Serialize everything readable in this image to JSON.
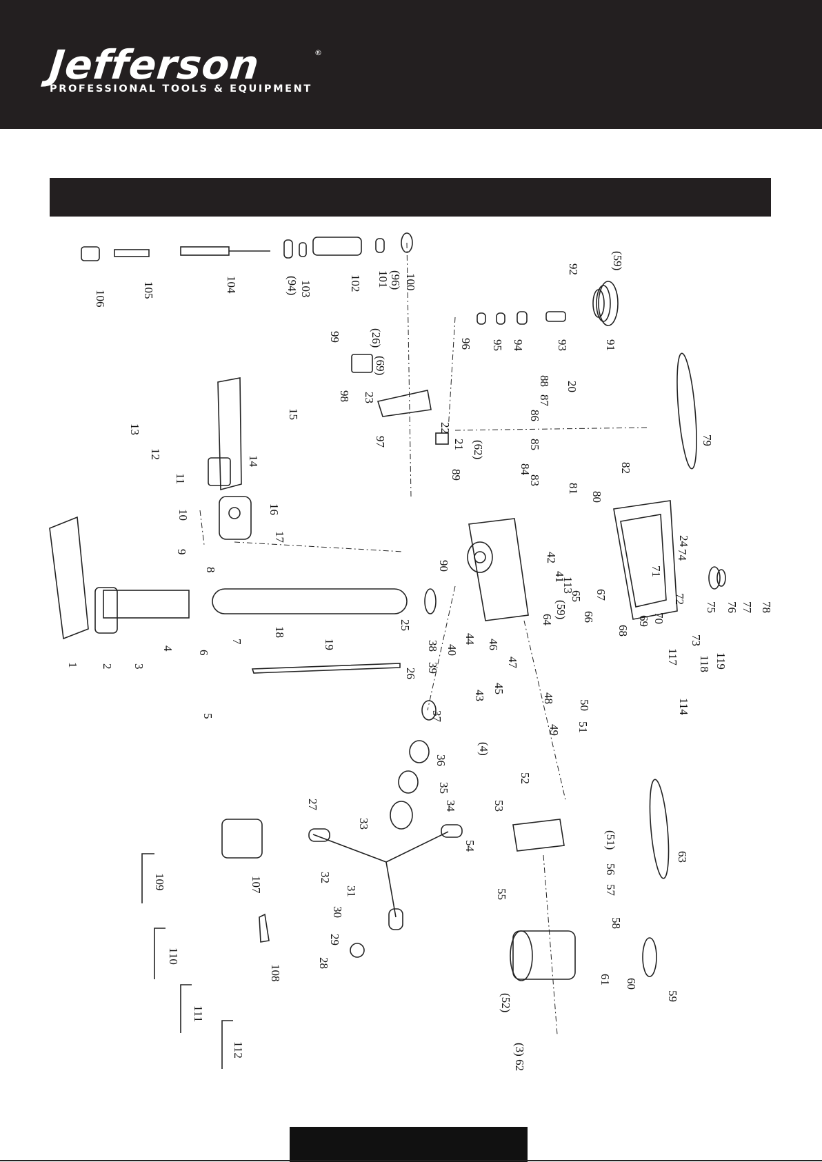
{
  "header": {
    "brand": "Jefferson",
    "registered_mark": "®",
    "tagline": "PROFESSIONAL TOOLS & EQUIPMENT"
  },
  "section_title": "",
  "diagram": {
    "part_labels": [
      "106",
      "105",
      "104",
      "(94)",
      "103",
      "102",
      "101",
      "(96)",
      "100",
      "(59)",
      "92",
      "96",
      "95",
      "94",
      "93",
      "91",
      "99",
      "(26)",
      "(69)",
      "98",
      "23",
      "97",
      "22",
      "21",
      "(62)",
      "89",
      "88",
      "87",
      "20",
      "86",
      "85",
      "84",
      "83",
      "82",
      "79",
      "13",
      "12",
      "11",
      "14",
      "15",
      "10",
      "16",
      "17",
      "9",
      "8",
      "90",
      "81",
      "80",
      "24",
      "74",
      "42",
      "41",
      "113",
      "65",
      "67",
      "71",
      "72",
      "75",
      "76",
      "77",
      "78",
      "(59)",
      "64",
      "66",
      "68",
      "69",
      "70",
      "1",
      "2",
      "3",
      "4",
      "18",
      "25",
      "19",
      "7",
      "6",
      "5",
      "26",
      "39",
      "38",
      "40",
      "44",
      "46",
      "47",
      "45",
      "43",
      "48",
      "50",
      "49",
      "51",
      "73",
      "117",
      "118",
      "119",
      "114",
      "37",
      "36",
      "35",
      "34",
      "33",
      "27",
      "32",
      "31",
      "30",
      "29",
      "28",
      "(4)",
      "52",
      "53",
      "54",
      "(51)",
      "56",
      "57",
      "55",
      "58",
      "61",
      "60",
      "59",
      "(52)",
      "(3) 62",
      "63",
      "107",
      "109",
      "110",
      "111",
      "108",
      "112"
    ]
  },
  "footer": {
    "page_label": ""
  }
}
